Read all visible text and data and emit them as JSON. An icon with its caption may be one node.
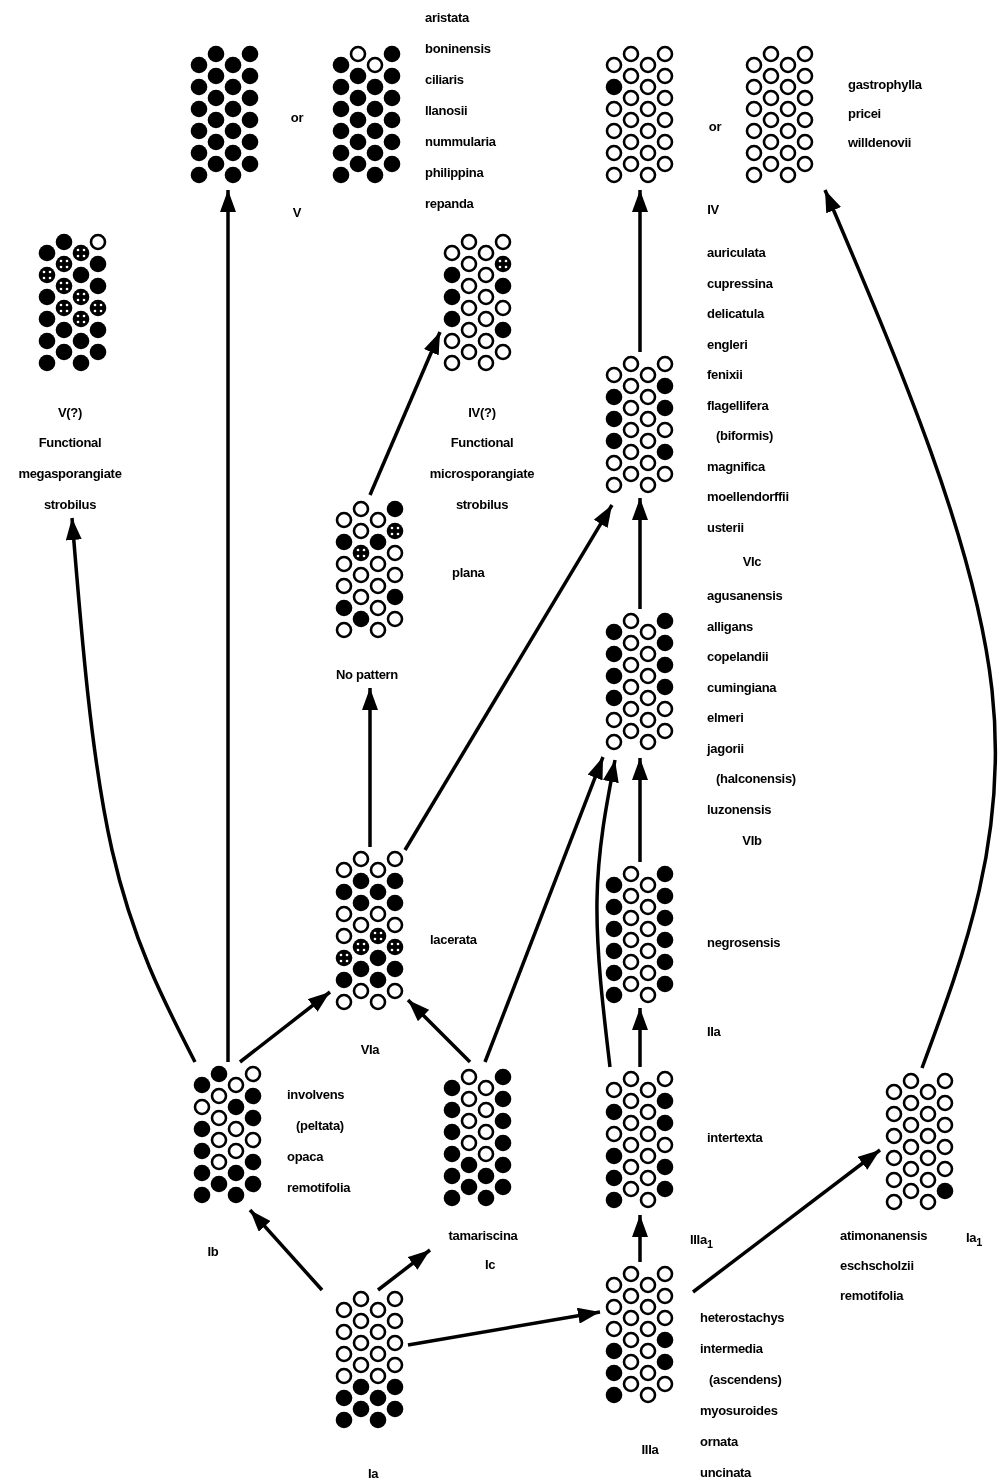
{
  "diagram": {
    "nodes": [
      {
        "text": [],
        "shape": "dots"
      },
      {
        "text": [],
        "shape": "dots",
        "beside": [
          "aristata",
          "boninensis",
          "ciliaris",
          "llanosii",
          "nummularia",
          "philippina",
          "repanda"
        ]
      },
      {
        "text": [],
        "shape": "dots"
      },
      {
        "text": [],
        "shape": "dots",
        "beside": [
          "gastrophylla",
          "pricei",
          "willdenovii"
        ]
      },
      {
        "text": [
          "V(?)",
          "Functional megasporangiate strobilus"
        ]
      },
      {
        "text": [
          "IV(?)",
          "Functional microsporangiate strobilus"
        ]
      },
      {
        "text": [],
        "shape": "dots",
        "beside": [
          "auriculata",
          "cupressina",
          "delicatula",
          "engleri",
          "fenixii",
          "flagellifera",
          "(biformis)",
          "magnifica",
          "moellendorffii",
          "usterii"
        ]
      },
      {
        "text": [
          "No pattern"
        ],
        "beside": [
          "plana"
        ]
      },
      {
        "text": [],
        "shape": "dots",
        "beside": [
          "agusanensis",
          "alligans",
          "copelandii",
          "cumingiana",
          "elmeri",
          "jagorii",
          "(halconensis)",
          "luzonensis"
        ]
      },
      {
        "text": [
          "VIa"
        ],
        "beside": [
          "lacerata"
        ]
      },
      {
        "text": [
          "IIa"
        ],
        "beside": [
          "negrosensis"
        ]
      },
      {
        "text": [
          "Ib"
        ],
        "beside": [
          "involvens",
          "(peltata)",
          "opaca",
          "remotifolia"
        ]
      },
      {
        "text": [
          "tamariscina",
          "Ic"
        ]
      },
      {
        "text": [
          "IIIa$_{1}$"
        ],
        "beside": [
          "intertexta"
        ]
      },
      {
        "text": [
          "Ia$_{1}$"
        ],
        "beside": [
          "atimonanensis",
          "eschscholzii",
          "remotifolia"
        ]
      },
      {
        "text": [
          "Ia"
        ]
      },
      {
        "text": [
          "IIIa"
        ],
        "beside": [
          "heterostachys",
          "intermedia",
          "(ascendens)",
          "myosuroides",
          "ornata",
          "uncinata"
        ]
      }
    ],
    "edges": [
      {
        "from": 15,
        "to": 11,
        "arrow": "to"
      },
      {
        "from": 15,
        "to": 12,
        "arrow": "to"
      },
      {
        "from": 15,
        "to": 16,
        "arrow": "to"
      },
      {
        "from": 16,
        "to": 13,
        "arrow": "to"
      },
      {
        "from": 16,
        "to": 14,
        "arrow": "to"
      },
      {
        "from": 13,
        "to": 10,
        "arrow": "to"
      },
      {
        "from": 13,
        "to": 8,
        "arrow": "to"
      },
      {
        "from": 10,
        "to": 8,
        "arrow": "to"
      },
      {
        "from": 12,
        "to": 9,
        "arrow": "to"
      },
      {
        "from": 12,
        "to": 8,
        "arrow": "to"
      },
      {
        "from": 11,
        "to": 9,
        "arrow": "to"
      },
      {
        "from": 11,
        "to": 0,
        "arrow": "to"
      },
      {
        "from": 11,
        "to": 4,
        "arrow": "to"
      },
      {
        "from": 9,
        "to": 7,
        "arrow": "to"
      },
      {
        "from": 9,
        "to": 6,
        "arrow": "to"
      },
      {
        "from": 7,
        "to": 5,
        "arrow": "to"
      },
      {
        "from": 8,
        "to": 6,
        "arrow": "to"
      },
      {
        "from": 6,
        "to": 2,
        "arrow": "to"
      },
      {
        "from": 14,
        "to": 3,
        "arrow": "to"
      }
    ],
    "labels": [
      "or",
      "or",
      "V",
      "IV",
      "VIc",
      "VIb"
    ]
  }
}
